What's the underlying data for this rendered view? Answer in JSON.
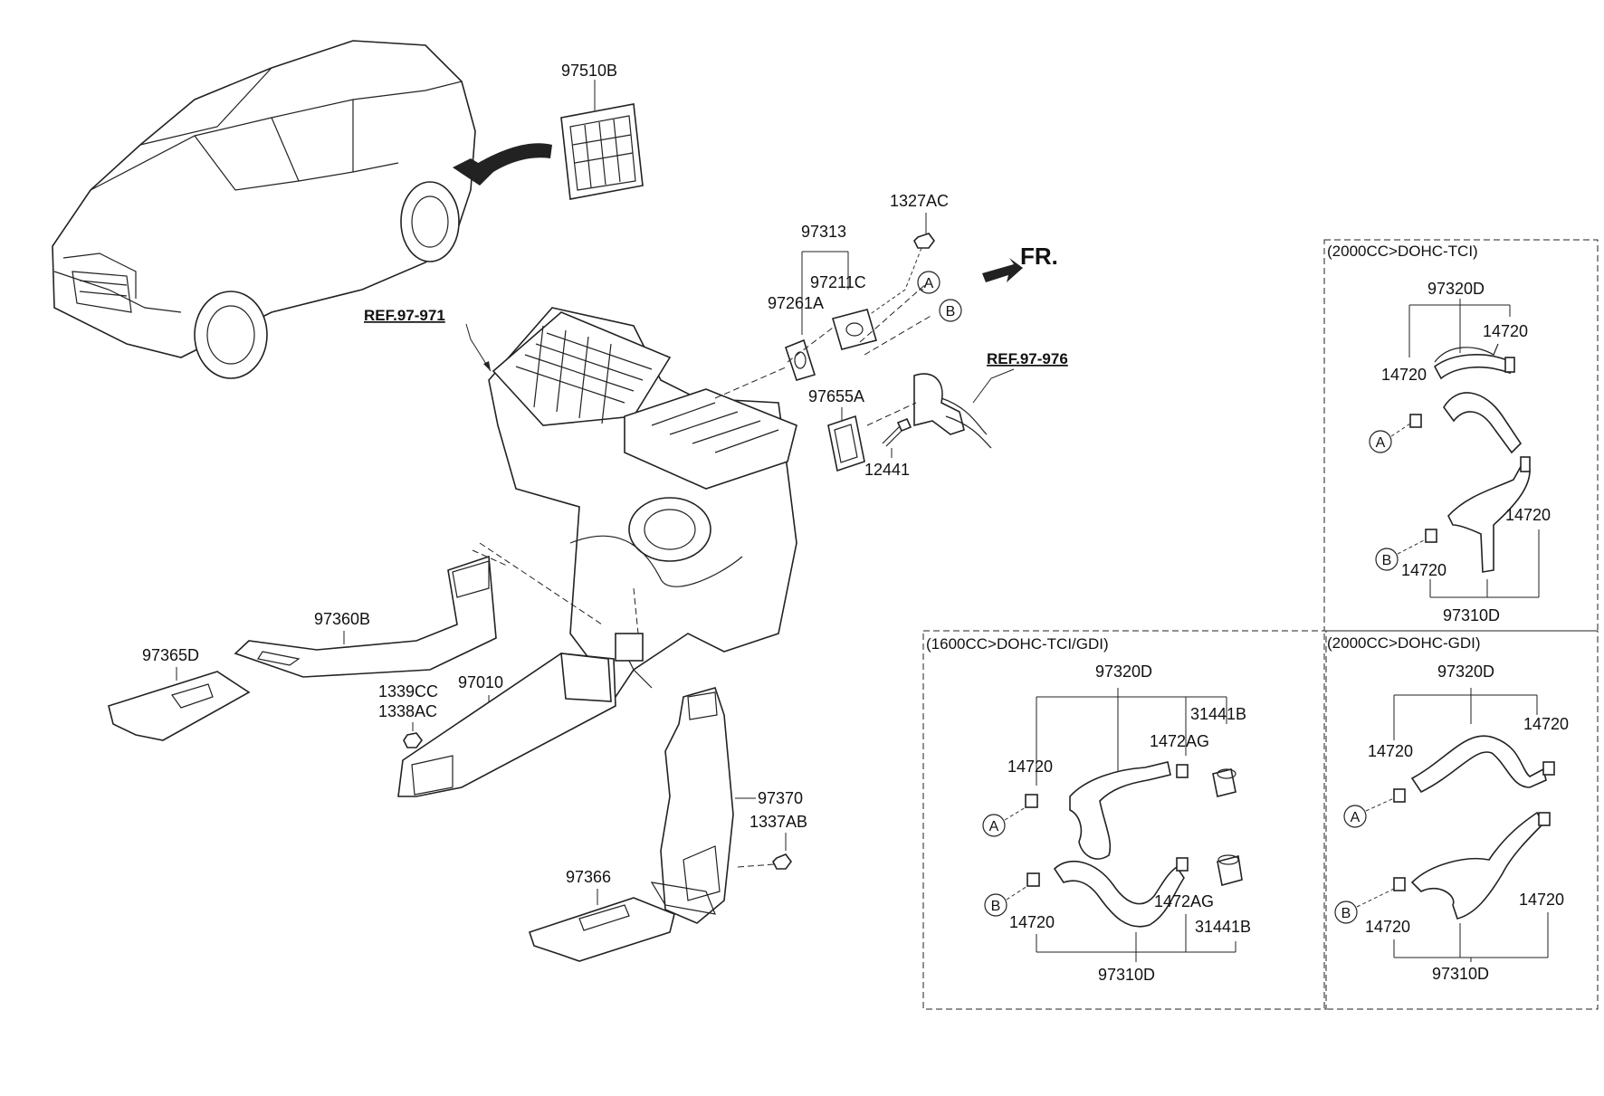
{
  "labels": {
    "p97510B": "97510B",
    "p1327AC": "1327AC",
    "p97313": "97313",
    "p97211C": "97211C",
    "p97261A": "97261A",
    "p97655A": "97655A",
    "p12441": "12441",
    "p97360B": "97360B",
    "p97365D": "97365D",
    "p97010": "97010",
    "p1339CC": "1339CC",
    "p1338AC": "1338AC",
    "p97370": "97370",
    "p1337AB": "1337AB",
    "p97366": "97366"
  },
  "refs": {
    "ref_left": "REF.97-971",
    "ref_right": "REF.97-976"
  },
  "front_indicator": "FR.",
  "connectors": {
    "a": "A",
    "b": "B"
  },
  "boxes": {
    "tci2000": {
      "title": "(2000CC>DOHC-TCI)",
      "upper_assy": "97320D",
      "lower_assy": "97310D",
      "clamp_1": "14720",
      "clamp_2": "14720",
      "clamp_3": "14720",
      "clamp_4": "14720"
    },
    "gdi1600": {
      "title": "(1600CC>DOHC-TCI/GDI)",
      "upper_assy": "97320D",
      "lower_assy": "97310D",
      "clamp_upper": "14720",
      "clamp_lower": "14720",
      "pipe_upper": "31441B",
      "pipe_lower": "31441B",
      "clip_upper": "1472AG",
      "clip_lower": "1472AG"
    },
    "gdi2000": {
      "title": "(2000CC>DOHC-GDI)",
      "upper_assy": "97320D",
      "lower_assy": "97310D",
      "clamp_1": "14720",
      "clamp_2": "14720",
      "clamp_3": "14720",
      "clamp_4": "14720"
    }
  }
}
